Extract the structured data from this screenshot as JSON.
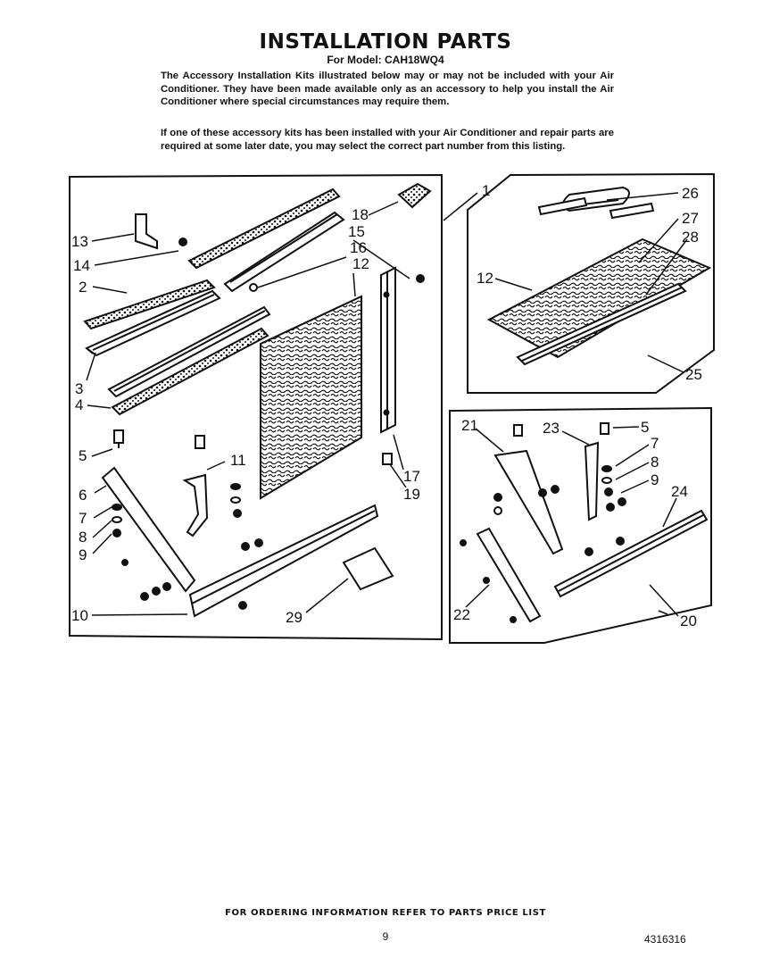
{
  "header": {
    "title": "INSTALLATION PARTS",
    "subtitle": "For Model: CAH18WQ4"
  },
  "intro": {
    "paragraph1": "The Accessory Installation Kits illustrated below may or may not be included with your Air Conditioner. They have been made available only as an accessory to help you install the Air Conditioner where special circumstances may require them.",
    "paragraph2": "If one of these accessory kits has been installed with your Air Conditioner and repair parts are required at some later date, you may select the correct part number from this listing."
  },
  "callouts": {
    "c1": "1",
    "c2": "2",
    "c3": "3",
    "c4": "4",
    "c5": "5",
    "c6": "6",
    "c7": "7",
    "c8": "8",
    "c9": "9",
    "c10": "10",
    "c11": "11",
    "c12": "12",
    "c13": "13",
    "c14": "14",
    "c15": "15",
    "c16": "16",
    "c17": "17",
    "c18": "18",
    "c19": "19",
    "c20": "20",
    "c21": "21",
    "c22": "22",
    "c23": "23",
    "c24": "24",
    "c25": "25",
    "c26": "26",
    "c27": "27",
    "c28": "28",
    "c29": "29"
  },
  "footer": {
    "ordering_note": "FOR ORDERING INFORMATION REFER TO PARTS PRICE LIST",
    "page_number": "9",
    "part_number": "4316316"
  }
}
